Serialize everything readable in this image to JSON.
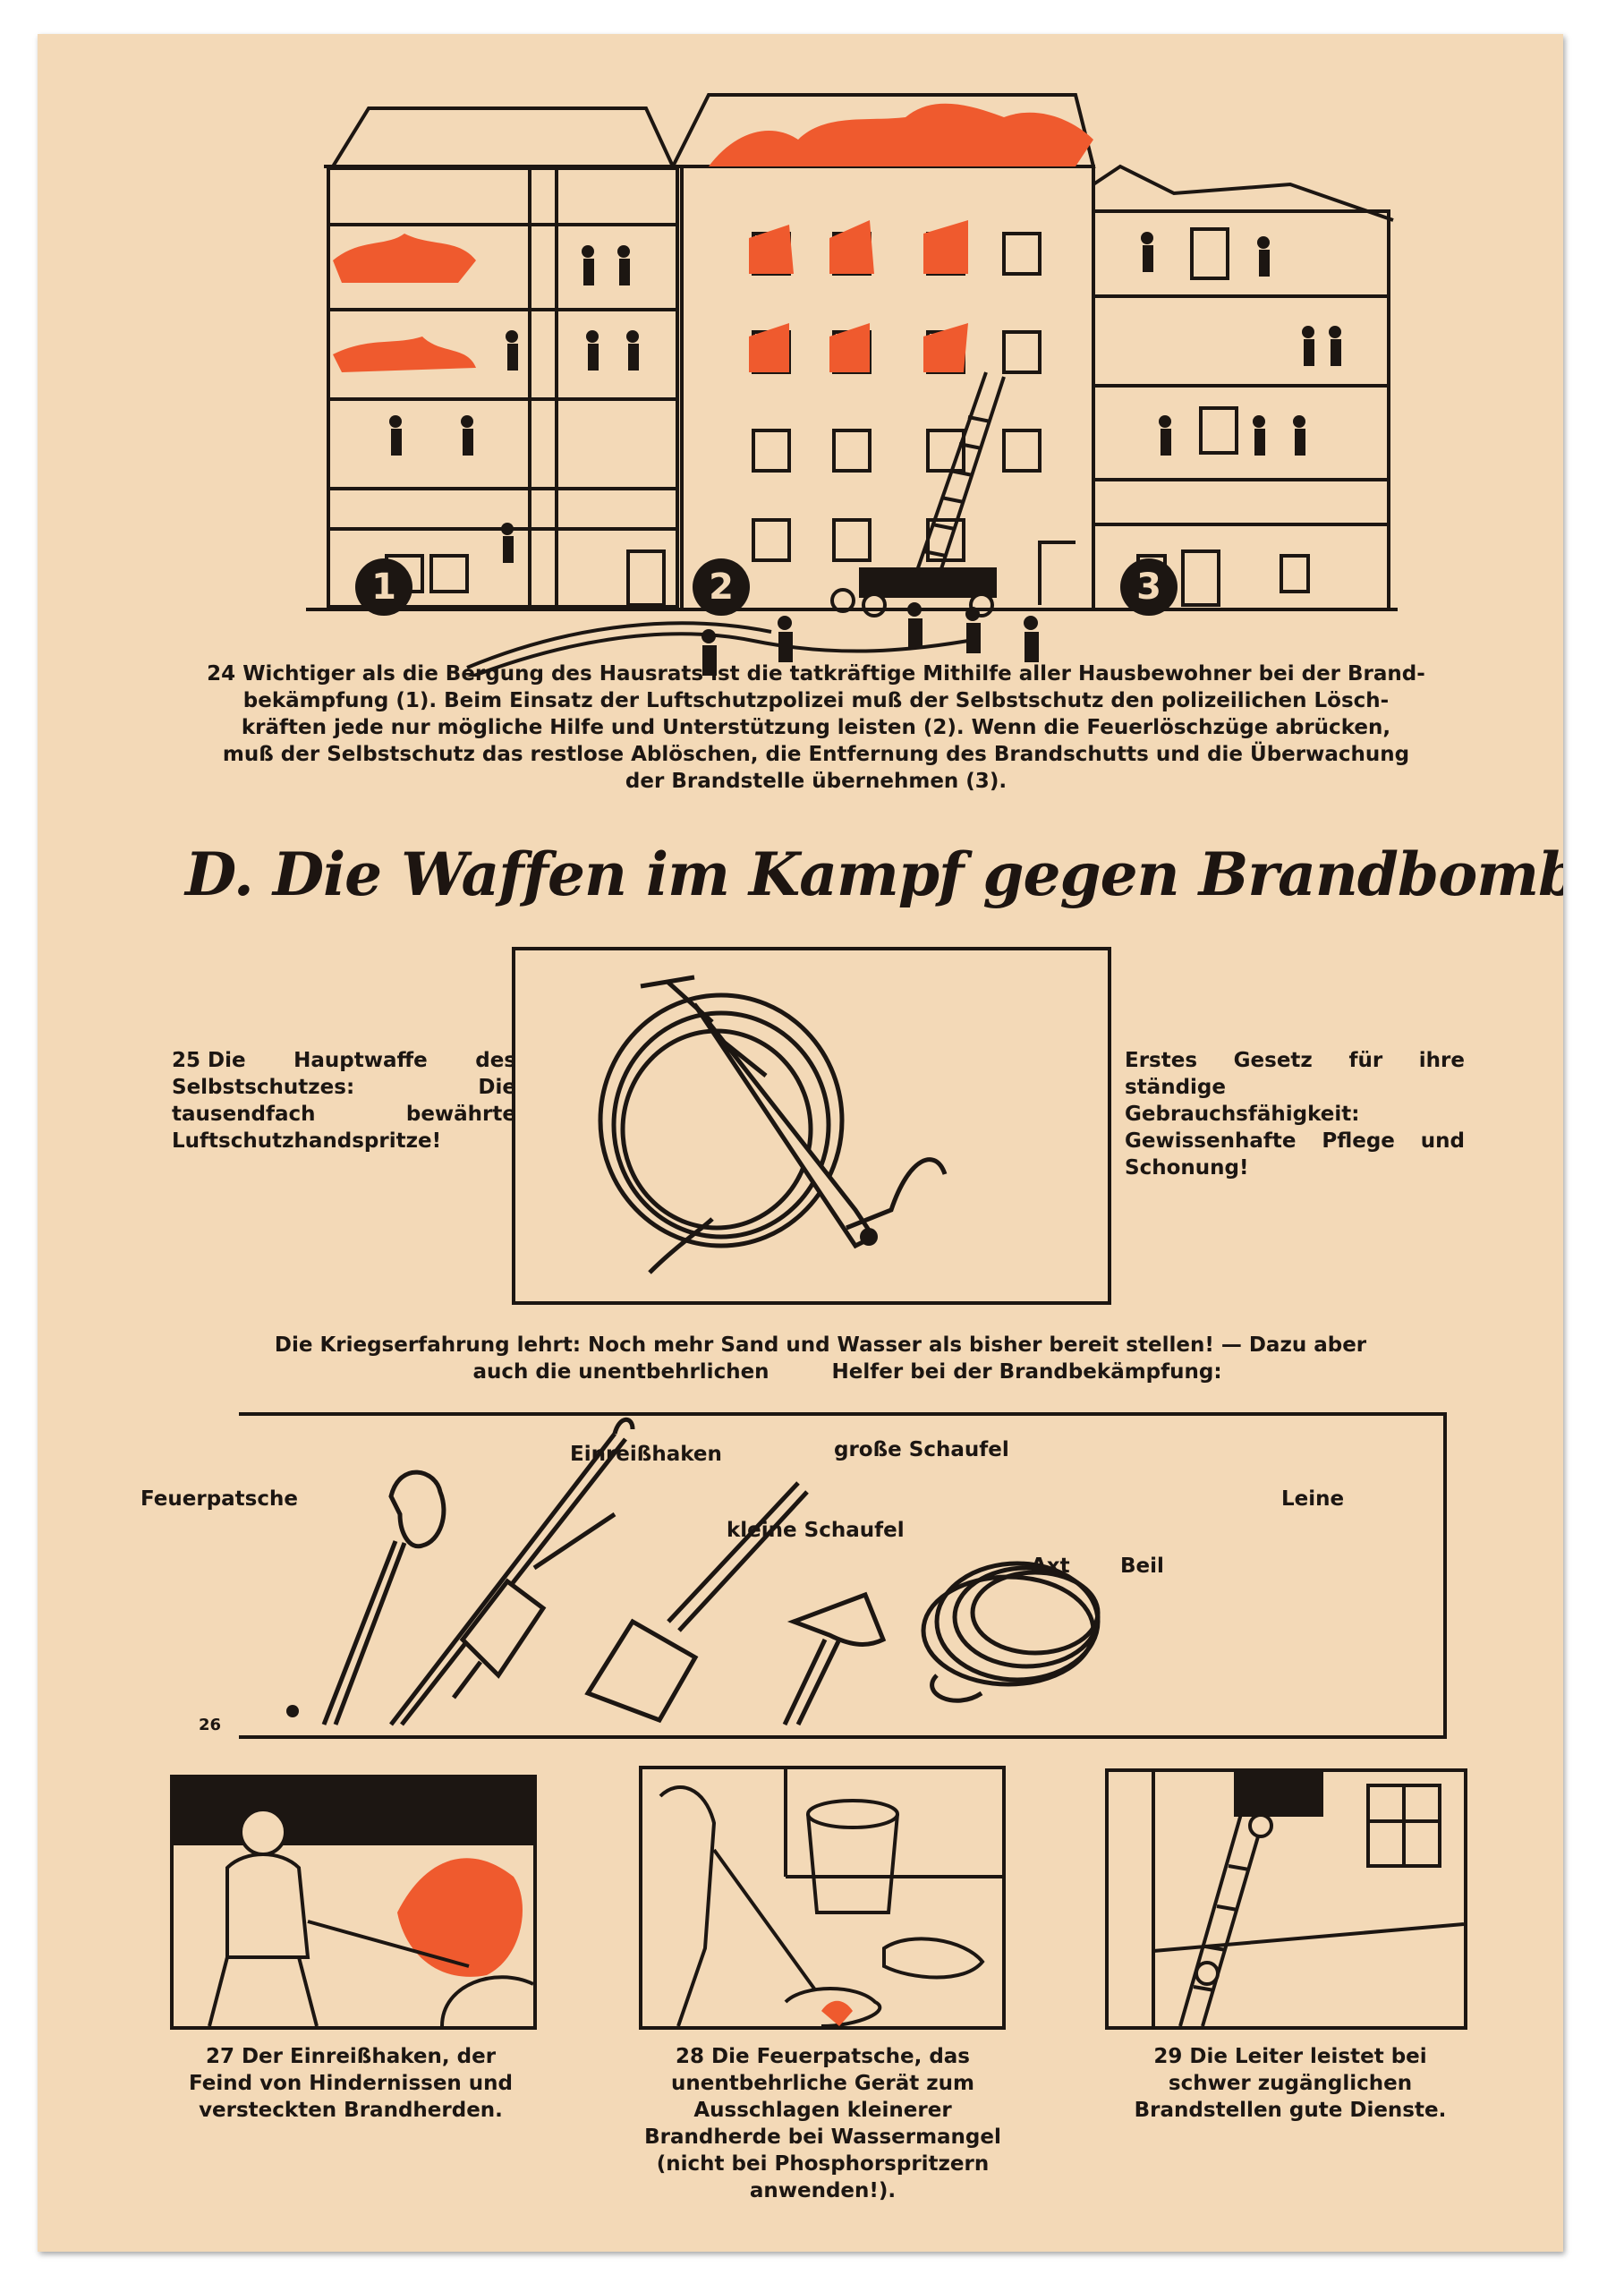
{
  "figure_24": {
    "num": "24",
    "markers": [
      "1",
      "2",
      "3"
    ],
    "caption_l1": "Wichtiger als die Bergung des Hausrats ist die tatkräftige Mithilfe aller Hausbewohner bei der Brand-",
    "caption_l2": "bekämpfung (1). Beim Einsatz der Luftschutzpolizei muß der Selbstschutz den polizeilichen Lösch-",
    "caption_l3": "kräften jede nur mögliche Hilfe und Unterstützung leisten (2). Wenn die Feuerlöschzüge abrücken,",
    "caption_l4": "muß der Selbstschutz das restlose Ablöschen, die Entfernung des Brandschutts und die Überwachung",
    "caption_l5": "der Brandstelle übernehmen (3)."
  },
  "section_heading": "D. Die Waffen im Kampf gegen Brandbomben u. Brände",
  "figure_25": {
    "num": "25",
    "left_text": "Die Hauptwaffe des Selbstschutzes: Die tausendfach bewährte Luftschutzhandspritze!",
    "right_text": "Erstes Gesetz für ihre ständige Gebrauchsfähigkeit: Gewissenhafte Pflege und Schonung!"
  },
  "experience": {
    "line1": "Die Kriegserfahrung lehrt: Noch mehr Sand und Wasser als bisher bereit stellen! — Dazu aber",
    "line2_a": "auch die unentbehrlichen",
    "line2_b": "Helfer bei der Brandbekämpfung:"
  },
  "figure_26": {
    "num": "26",
    "tools": {
      "feuerpatsche": "Feuerpatsche",
      "einreisshaken": "Einreißhaken",
      "grosse_schaufel": "große Schaufel",
      "kleine_schaufel": "kleine Schaufel",
      "axt": "Axt",
      "beil": "Beil",
      "leine": "Leine"
    }
  },
  "figure_27": {
    "num": "27",
    "text": "Der Einreißhaken, der Feind von Hindernissen und versteckten Brandherden."
  },
  "figure_28": {
    "num": "28",
    "text": "Die Feuerpatsche, das unentbehrliche Gerät zum Ausschlagen kleinerer Brandherde bei Wassermangel (nicht bei Phosphorspritzern anwenden!)."
  },
  "figure_29": {
    "num": "29",
    "text": "Die Leiter leistet bei schwer zugänglichen Brandstellen gute Dienste."
  },
  "colors": {
    "paper": "#f3d9b7",
    "ink": "#1c1612",
    "fire": "#ef5a2e"
  }
}
